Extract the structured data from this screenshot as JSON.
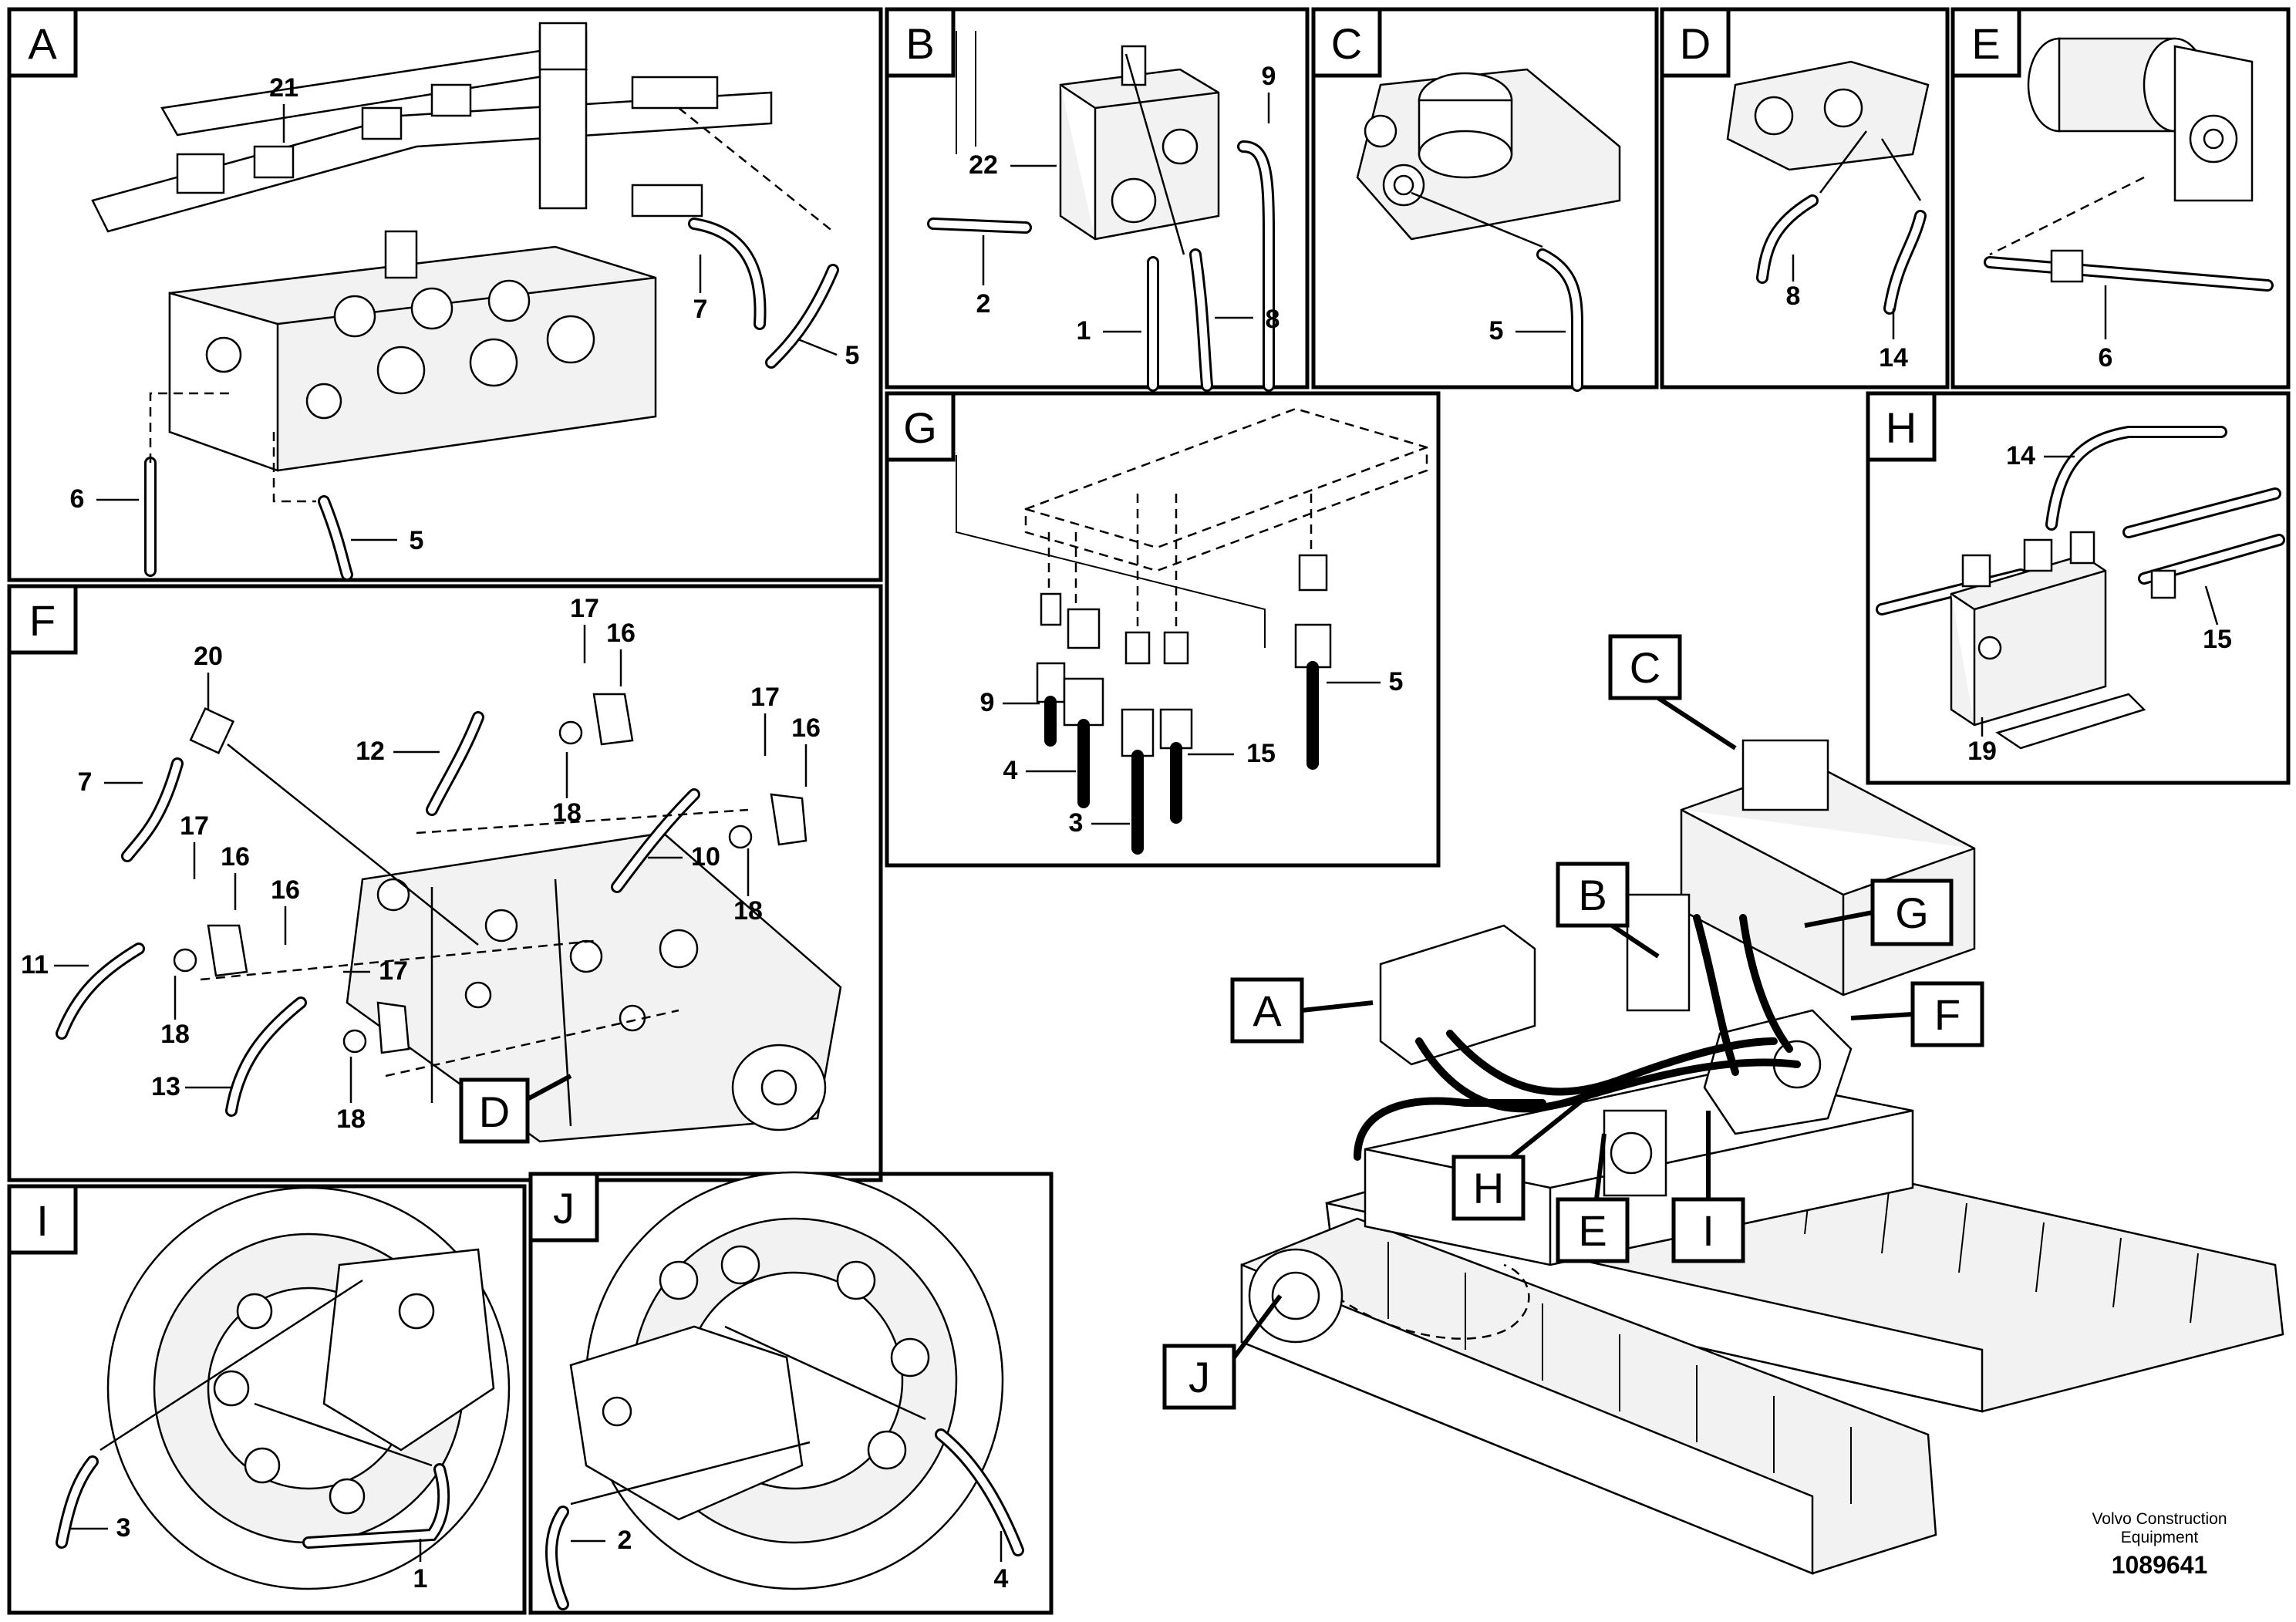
{
  "panels": {
    "A": {
      "label": "A",
      "callouts": [
        "21",
        "7",
        "5",
        "6",
        "5"
      ]
    },
    "B": {
      "label": "B",
      "callouts": [
        "9",
        "22",
        "2",
        "1",
        "8"
      ]
    },
    "C": {
      "label": "C",
      "callouts": [
        "5"
      ]
    },
    "D": {
      "label": "D",
      "callouts": [
        "8",
        "14"
      ]
    },
    "E": {
      "label": "E",
      "callouts": [
        "6"
      ]
    },
    "F": {
      "label": "F",
      "callouts": [
        "17",
        "16",
        "20",
        "12",
        "17",
        "16",
        "7",
        "18",
        "17",
        "16",
        "10",
        "16",
        "18",
        "11",
        "17",
        "18",
        "13",
        "18"
      ],
      "view_tag": "D"
    },
    "G": {
      "label": "G",
      "callouts": [
        "9",
        "5",
        "4",
        "15",
        "3"
      ]
    },
    "H": {
      "label": "H",
      "callouts": [
        "14",
        "15",
        "19"
      ]
    },
    "I": {
      "label": "I",
      "callouts": [
        "3",
        "1"
      ]
    },
    "J": {
      "label": "J",
      "callouts": [
        "2",
        "4"
      ]
    }
  },
  "overview_tags": [
    "C",
    "B",
    "G",
    "A",
    "F",
    "H",
    "E",
    "I",
    "J"
  ],
  "footer": {
    "brand_line1": "Volvo Construction",
    "brand_line2": "Equipment",
    "drawing_number": "1089641"
  }
}
